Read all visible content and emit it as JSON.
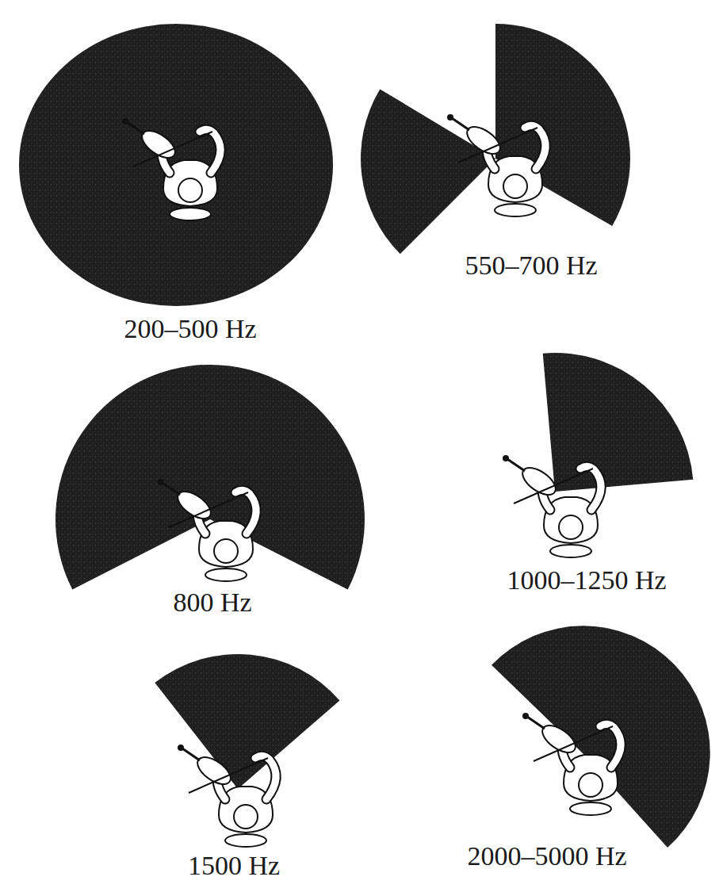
{
  "diagram": {
    "labels": [
      "200–500 Hz",
      "550–700 Hz",
      "800 Hz",
      "1000–1250 Hz",
      "1500 Hz",
      "2000–5000 Hz"
    ]
  }
}
